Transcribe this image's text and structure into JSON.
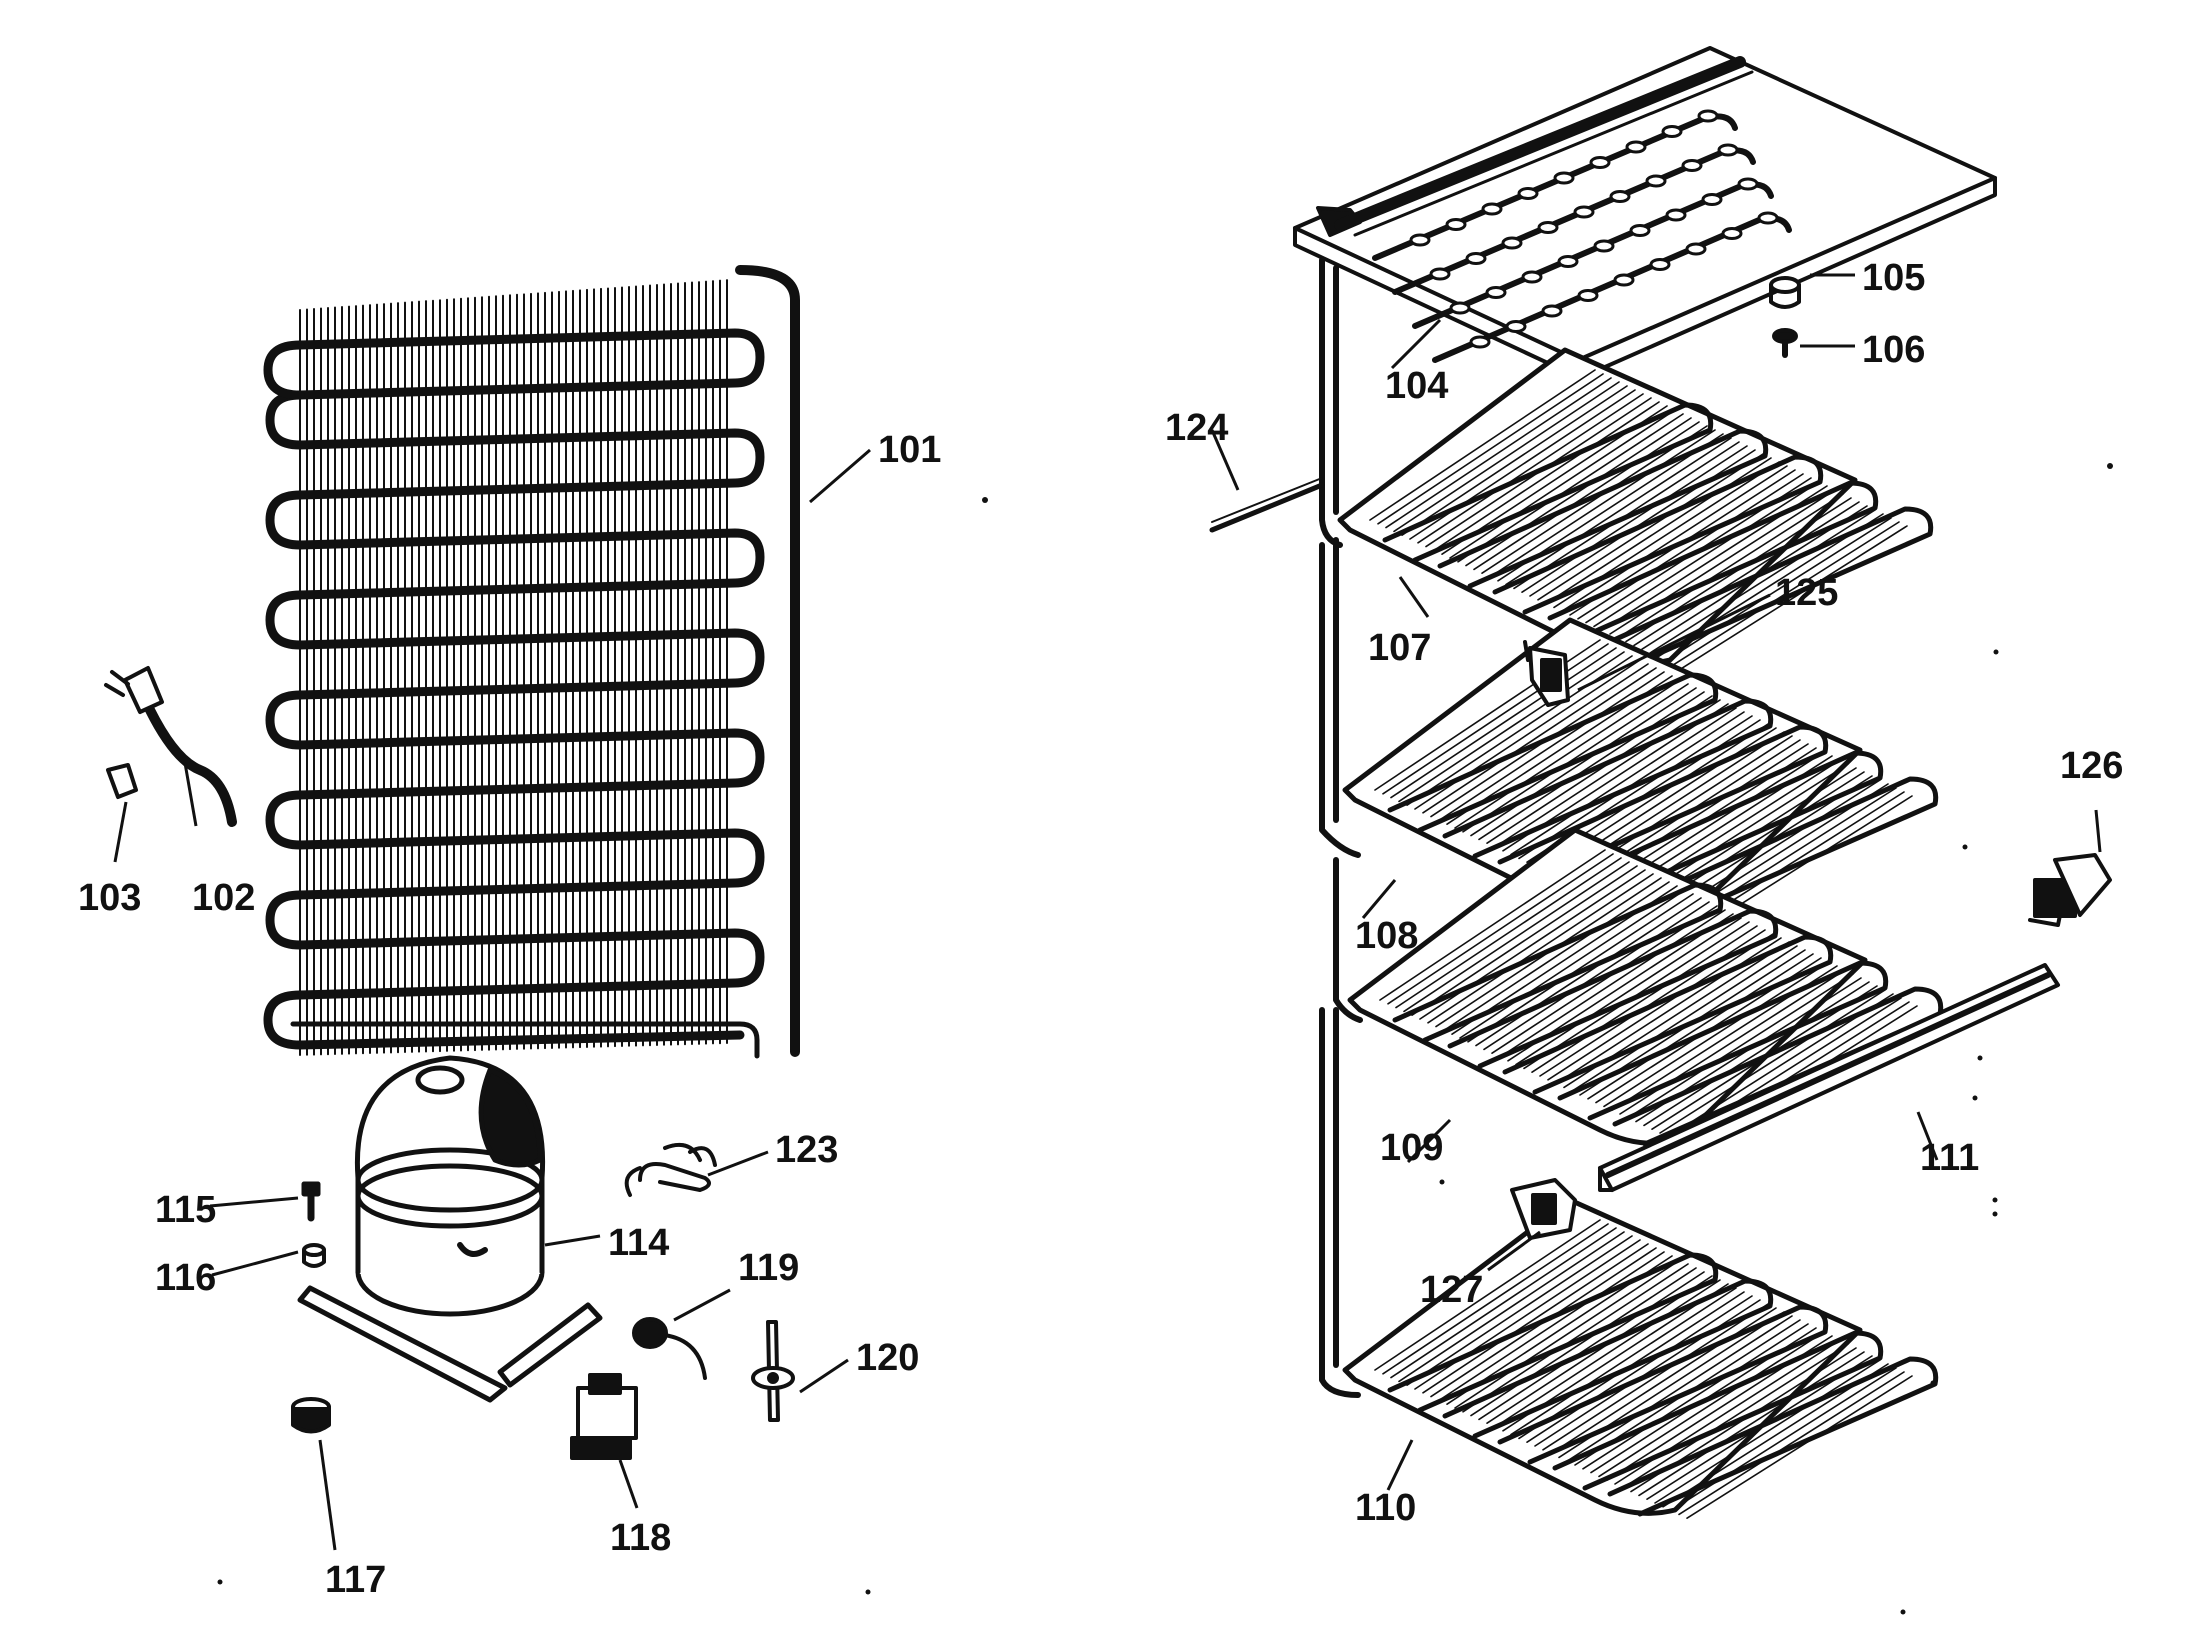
{
  "diagram": {
    "colors": {
      "ink": "#111111",
      "paper": "#ffffff"
    },
    "labels": {
      "p101": "101",
      "p102": "102",
      "p103": "103",
      "p104": "104",
      "p105": "105",
      "p106": "106",
      "p107": "107",
      "p108": "108",
      "p109": "109",
      "p110": "110",
      "p111": "111",
      "p114": "114",
      "p115": "115",
      "p116": "116",
      "p117": "117",
      "p118": "118",
      "p119": "119",
      "p120": "120",
      "p123": "123",
      "p124": "124",
      "p125": "125",
      "p126": "126",
      "p127": "127"
    }
  }
}
